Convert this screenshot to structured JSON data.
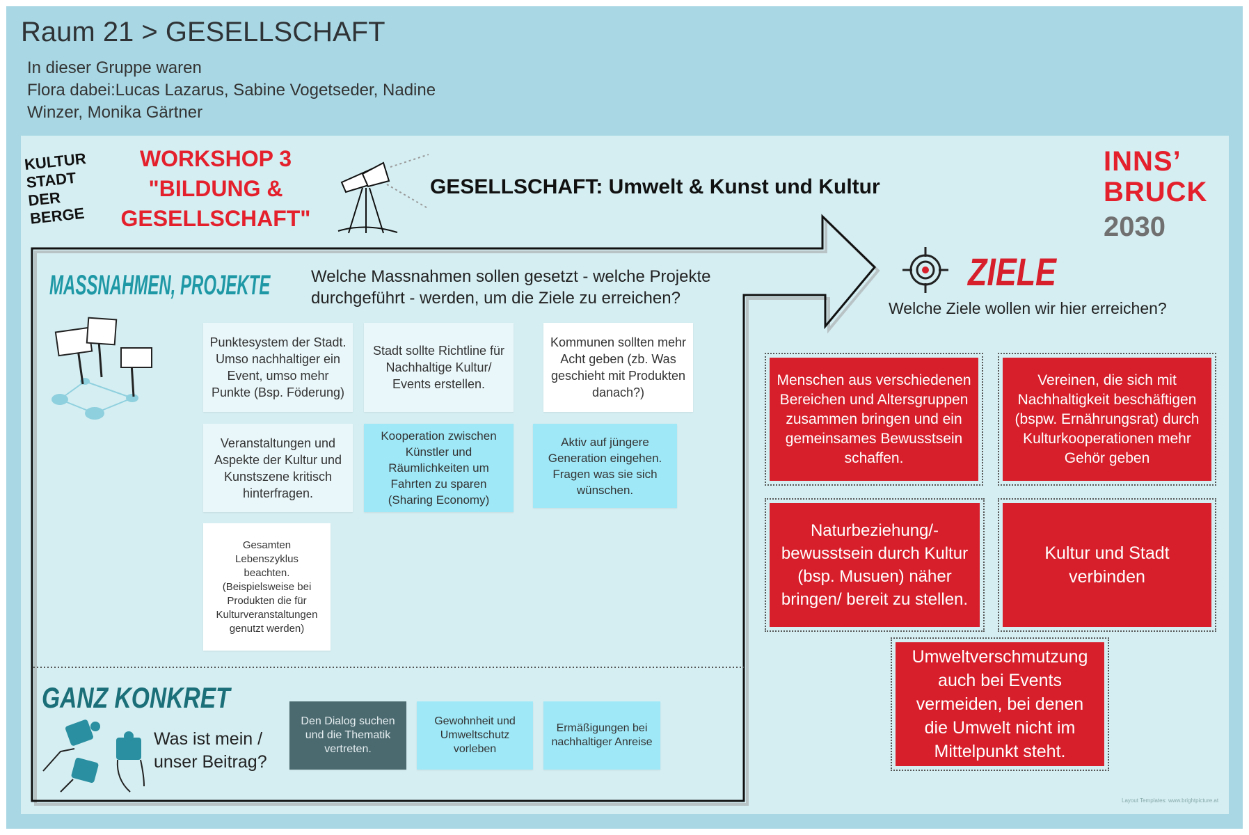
{
  "header": {
    "title": "Raum 21 > GESELLSCHAFT",
    "participants_lines": [
      "In dieser Gruppe waren",
      "dabei:Lucas Lazarus, Sabine Vogetseder, Nadine",
      "Winzer, Monika Gärtner"
    ],
    "overlap_text": "Flora"
  },
  "logo_left": {
    "lines": [
      "KULTUR",
      "STADT",
      "DER",
      "BERGE"
    ]
  },
  "workshop": {
    "lines": [
      "WORKSHOP 3",
      "\"BILDUNG &",
      "GESELLSCHAFT\""
    ]
  },
  "board_title": "GESELLSCHAFT: Umwelt & Kunst und Kultur",
  "logo_right": {
    "line1": "INNS’",
    "line2": "BRUCK",
    "year": "2030"
  },
  "massnahmen": {
    "heading": "MASSNAHMEN, PROJEKTE",
    "question_lines": [
      "Welche Massnahmen sollen gesetzt - welche Projekte",
      "durchgeführt - werden, um die Ziele zu erreichen?"
    ],
    "notes": [
      "Punktesystem der Stadt. Umso nachhaltiger ein Event, umso mehr Punkte (Bsp. Föderung)",
      "Stadt sollte Richtline für Nachhaltige Kultur/ Events erstellen.",
      "Kommunen sollten mehr Acht geben (zb. Was geschieht mit Produkten danach?)",
      "Veranstaltungen und Aspekte der Kultur und Kunstszene kritisch hinterfragen.",
      "Kooperation zwischen Künstler und Räumlichkeiten um Fahrten zu sparen (Sharing Economy)",
      "Aktiv auf jüngere Generation eingehen. Fragen was sie sich wünschen.",
      "Gesamten Lebenszyklus beachten. (Beispielsweise bei Produkten die für Kulturveranstaltungen genutzt werden)"
    ]
  },
  "konkret": {
    "heading": "GANZ KONKRET",
    "question_lines": [
      "Was ist mein /",
      "unser Beitrag?"
    ],
    "notes": [
      "Den Dialog suchen und die Thematik vertreten.",
      "Gewohnheit und Umweltschutz vorleben",
      "Ermäßigungen bei nachhaltiger Anreise"
    ]
  },
  "ziele": {
    "heading": "ZIELE",
    "question": "Welche Ziele wollen wir hier erreichen?",
    "notes": [
      "Menschen aus verschiedenen Bereichen und Altersgruppen zusammen bringen und ein gemeinsames Bewusstsein schaffen.",
      "Vereinen, die sich mit Nachhaltigkeit beschäftigen (bspw. Ernährungsrat) durch Kulturkooperationen mehr Gehör geben",
      "Naturbeziehung/- bewusstsein durch Kultur (bsp. Musuen) näher bringen/ bereit zu stellen.",
      "Kultur und Stadt verbinden",
      "Umweltverschmutzung auch bei Events vermeiden, bei denen die Umwelt nicht im Mittelpunkt steht."
    ]
  },
  "credit": "Layout Templates: www.brightpicture.at",
  "colors": {
    "accent_red": "#d71f2b",
    "teal": "#1f98a6",
    "cyan_note": "#9fe8f7",
    "bg": "#a9d8e4"
  }
}
